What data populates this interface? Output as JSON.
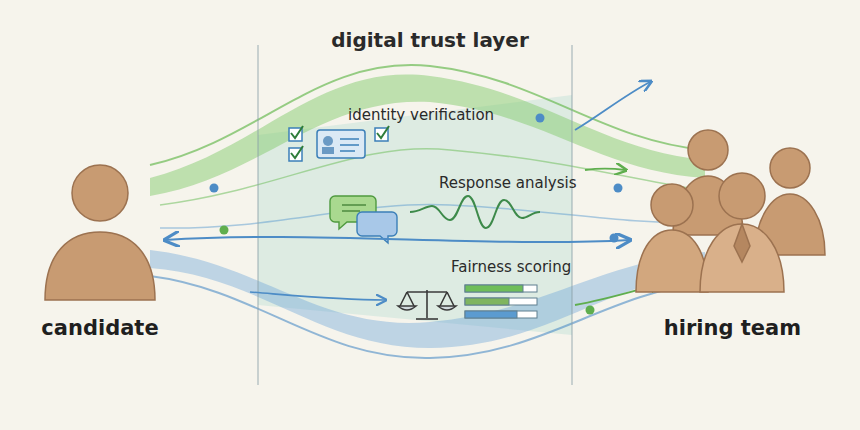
{
  "diagram": {
    "title": "digital trust layer",
    "nodes": [
      {
        "text": [
          "candidate"
        ]
      },
      {
        "text": [
          "identity verification"
        ]
      },
      {
        "text": [
          "Response analysis"
        ]
      },
      {
        "text": [
          "Fairness scoring"
        ]
      },
      {
        "text": [
          "hiring team"
        ]
      }
    ],
    "edges": [
      {
        "from": 0,
        "to": 4,
        "arrow": "both"
      }
    ]
  }
}
